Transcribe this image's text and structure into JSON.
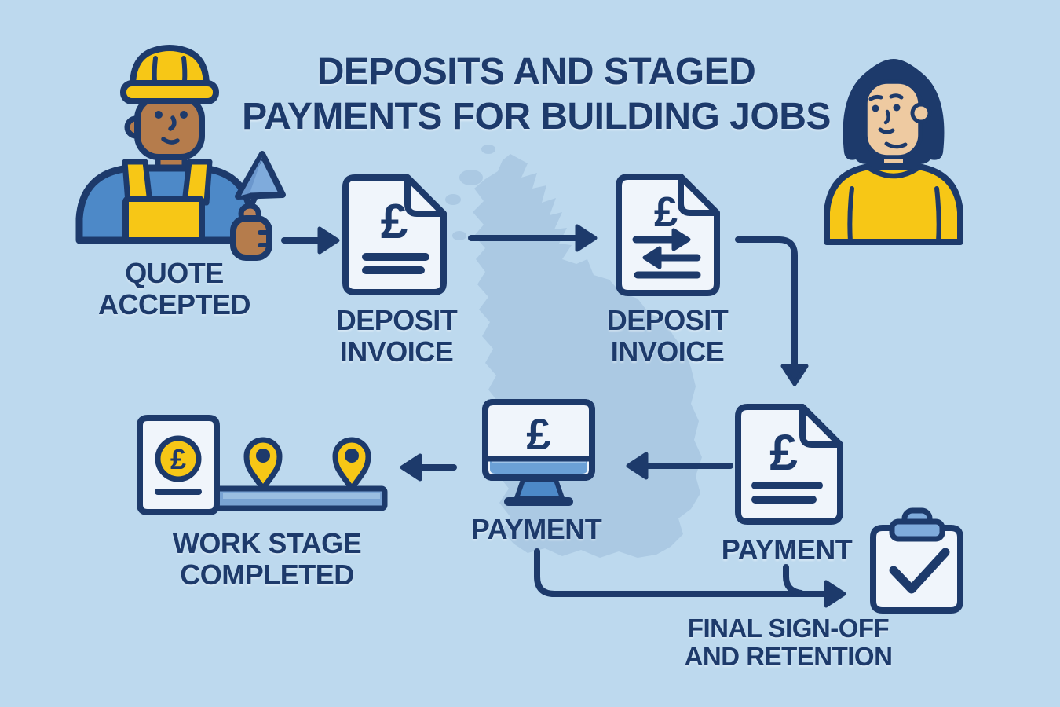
{
  "title": {
    "line1": "DEPOSITS AND STAGED",
    "line2": "PAYMENTS FOR BUILDING JOBS"
  },
  "symbols": {
    "pound": "£"
  },
  "steps": {
    "quote_accepted": {
      "line1": "QUOTE",
      "line2": "ACCEPTED"
    },
    "deposit_invoice_1": {
      "line1": "DEPOSIT",
      "line2": "INVOICE"
    },
    "deposit_invoice_2": {
      "line1": "DEPOSIT",
      "line2": "INVOICE"
    },
    "payment_online": {
      "label": "PAYMENT"
    },
    "payment_invoice": {
      "label": "PAYMENT"
    },
    "work_stage": {
      "line1": "WORK STAGE",
      "line2": "COMPLETED"
    },
    "final_signoff": {
      "line1": "FINAL SIGN-OFF",
      "line2": "AND RETENTION"
    }
  },
  "icons": {
    "builder": "builder-with-trowel-illustration",
    "homeowner": "homeowner-illustration",
    "deposit_invoice_1": "pound-document-icon",
    "deposit_invoice_2": "pound-transfer-document-icon",
    "payment_online": "monitor-pound-icon",
    "payment_invoice": "pound-document-icon",
    "work_stage": "progress-bar-with-map-pins-icon",
    "final_signoff": "clipboard-checkmark-icon",
    "background": "uk-map-silhouette"
  },
  "colors": {
    "background": "#bdd9ee",
    "map": "#abc9e3",
    "navy": "#1d3a6b",
    "yellow": "#f7c716",
    "mid_blue": "#4d89c8",
    "light_blue": "#7fabdc",
    "doc_fill": "#f0f5fb",
    "bar_fill": "#79a3d3",
    "skin_dark": "#b57c4c",
    "skin_light": "#eecaa1",
    "handle_brown": "#b8825a",
    "strip_blue": "#6ba0d6"
  }
}
